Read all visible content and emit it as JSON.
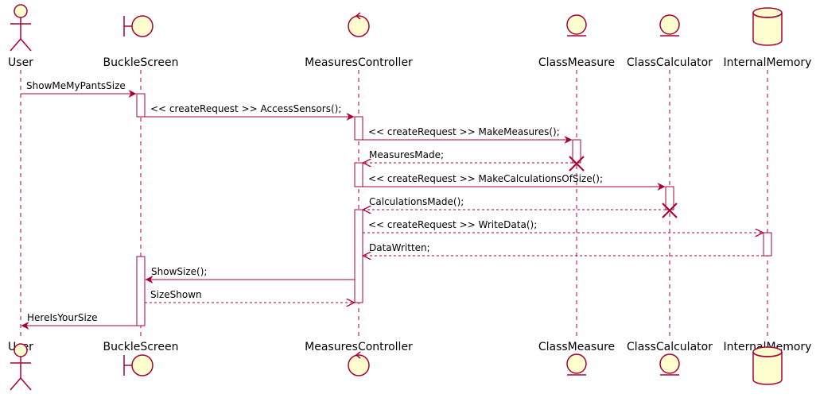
{
  "colors": {
    "line": "#A80036",
    "fill": "#FEFECE",
    "text": "#000000",
    "activation": "#FFFFFF"
  },
  "participants": [
    {
      "id": "user",
      "label": "User",
      "shape": "actor-icon"
    },
    {
      "id": "buckle",
      "label": "BuckleScreen",
      "shape": "boundary-icon"
    },
    {
      "id": "controller",
      "label": "MeasuresController",
      "shape": "control-icon"
    },
    {
      "id": "measure",
      "label": "ClassMeasure",
      "shape": "entity-icon"
    },
    {
      "id": "calculator",
      "label": "ClassCalculator",
      "shape": "entity-icon"
    },
    {
      "id": "memory",
      "label": "InternalMemory",
      "shape": "database-icon"
    }
  ],
  "messages": [
    {
      "from": "user",
      "to": "buckle",
      "label": "ShowMeMyPantsSize",
      "style": "solid"
    },
    {
      "from": "buckle",
      "to": "controller",
      "label": "<< createRequest >> AccessSensors();",
      "style": "solid"
    },
    {
      "from": "controller",
      "to": "measure",
      "label": "<< createRequest >> MakeMeasures();",
      "style": "solid"
    },
    {
      "from": "measure",
      "to": "controller",
      "label": "MeasuresMade;",
      "style": "dashed",
      "destroy_sender": true
    },
    {
      "from": "controller",
      "to": "calculator",
      "label": "<< createRequest >> MakeCalculationsOfSize();",
      "style": "solid"
    },
    {
      "from": "calculator",
      "to": "controller",
      "label": "CalculationsMade();",
      "style": "dashed",
      "destroy_sender": true
    },
    {
      "from": "controller",
      "to": "memory",
      "label": "<< createRequest >> WriteData();",
      "style": "dashed"
    },
    {
      "from": "memory",
      "to": "controller",
      "label": "DataWritten;",
      "style": "dashed"
    },
    {
      "from": "controller",
      "to": "buckle",
      "label": "ShowSize();",
      "style": "solid"
    },
    {
      "from": "buckle",
      "to": "controller",
      "label": "SizeShown",
      "style": "dashed"
    },
    {
      "from": "buckle",
      "to": "user",
      "label": "HereIsYourSize",
      "style": "solid"
    }
  ]
}
